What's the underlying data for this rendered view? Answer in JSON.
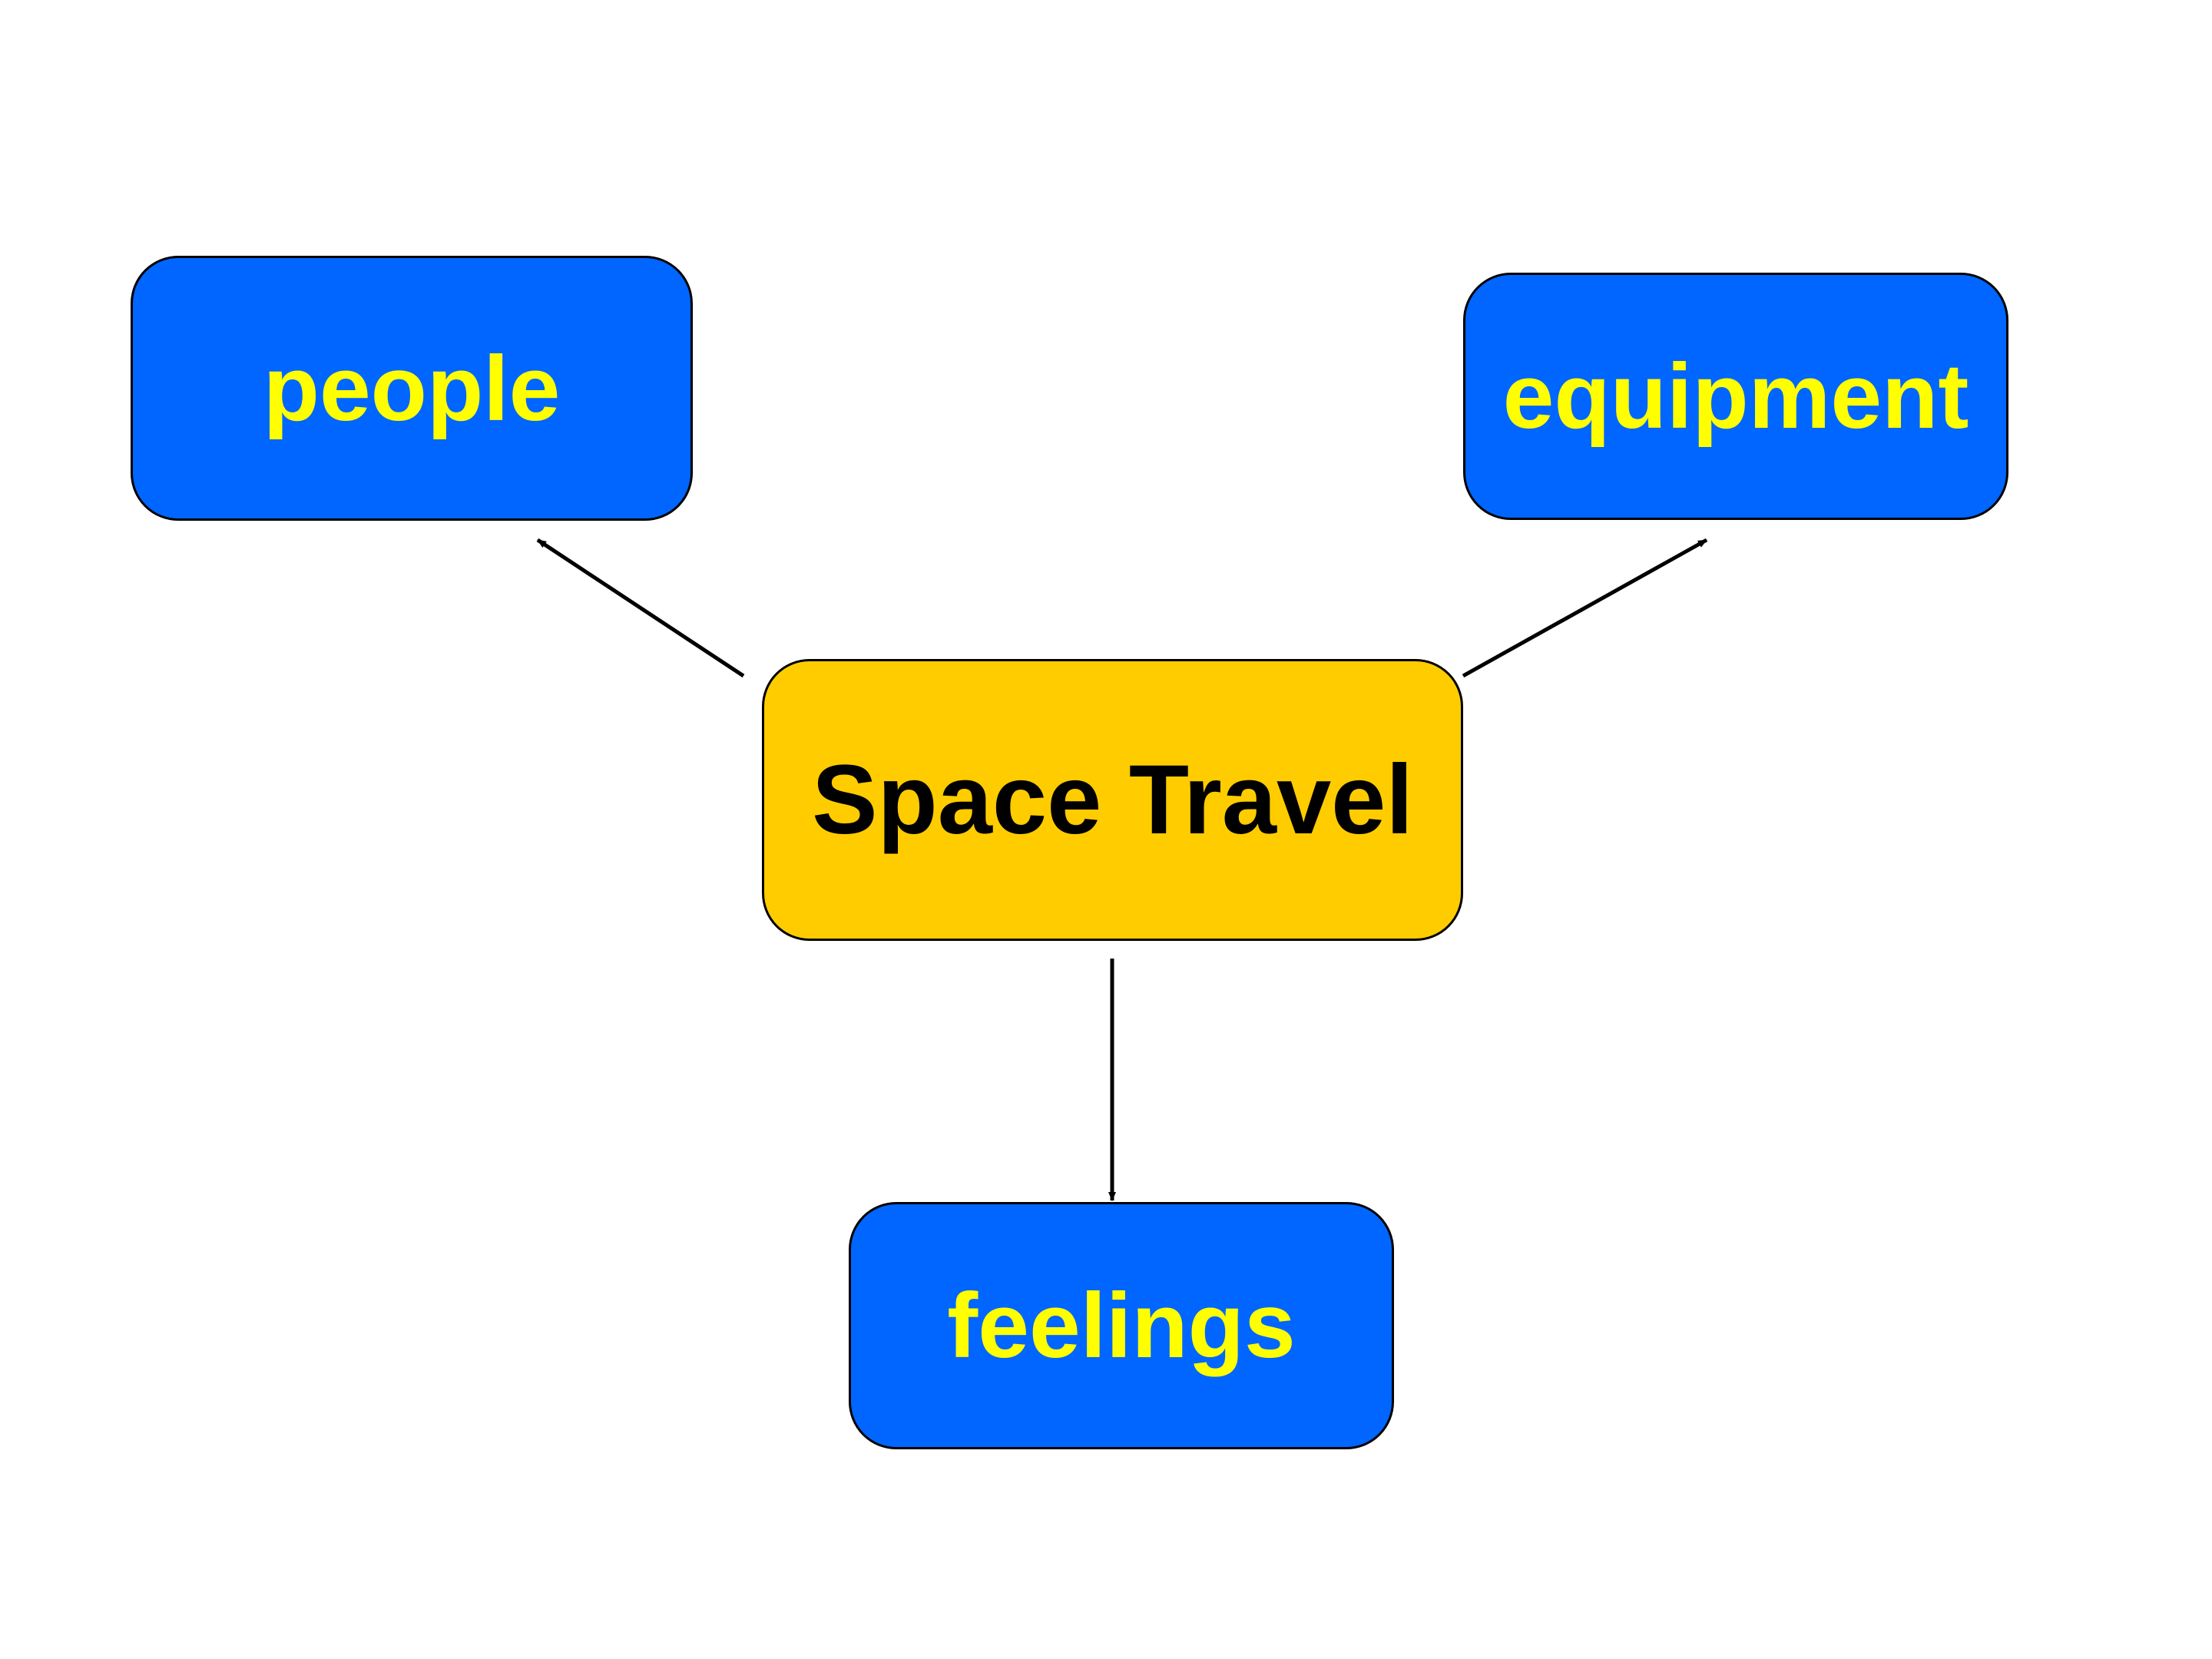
{
  "diagram": {
    "center": {
      "label": "Space Travel",
      "fill": "#ffcc00",
      "text_color": "#000000"
    },
    "branches": [
      {
        "id": "people",
        "label": "people"
      },
      {
        "id": "equipment",
        "label": "equipment"
      },
      {
        "id": "feelings",
        "label": "feelings"
      }
    ],
    "branch_fill": "#0066ff",
    "branch_text_color": "#ffff00",
    "edges": [
      {
        "from": "Space Travel",
        "to": "people"
      },
      {
        "from": "Space Travel",
        "to": "equipment"
      },
      {
        "from": "Space Travel",
        "to": "feelings"
      }
    ]
  }
}
